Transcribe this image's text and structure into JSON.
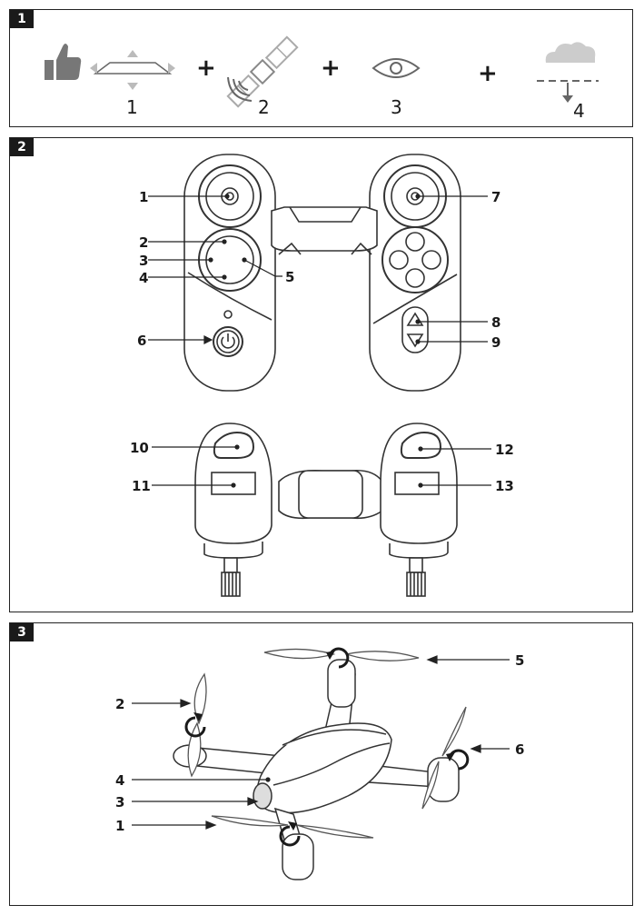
{
  "panel1": {
    "tag": "1",
    "items": [
      {
        "num": "1",
        "icon": "thumbs-up-level-surface-icon"
      },
      {
        "num": "2",
        "icon": "satellite-icon"
      },
      {
        "num": "3",
        "icon": "eye-icon"
      },
      {
        "num": "4",
        "icon": "cloud-descend-icon"
      }
    ],
    "plus": "+"
  },
  "panel2": {
    "tag": "2",
    "controller_callouts": [
      "1",
      "2",
      "3",
      "4",
      "5",
      "6",
      "7",
      "8",
      "9"
    ],
    "rear_callouts": [
      "10",
      "11",
      "12",
      "13"
    ]
  },
  "panel3": {
    "tag": "3",
    "drone_callouts": [
      "1",
      "2",
      "3",
      "4",
      "5",
      "6"
    ]
  }
}
